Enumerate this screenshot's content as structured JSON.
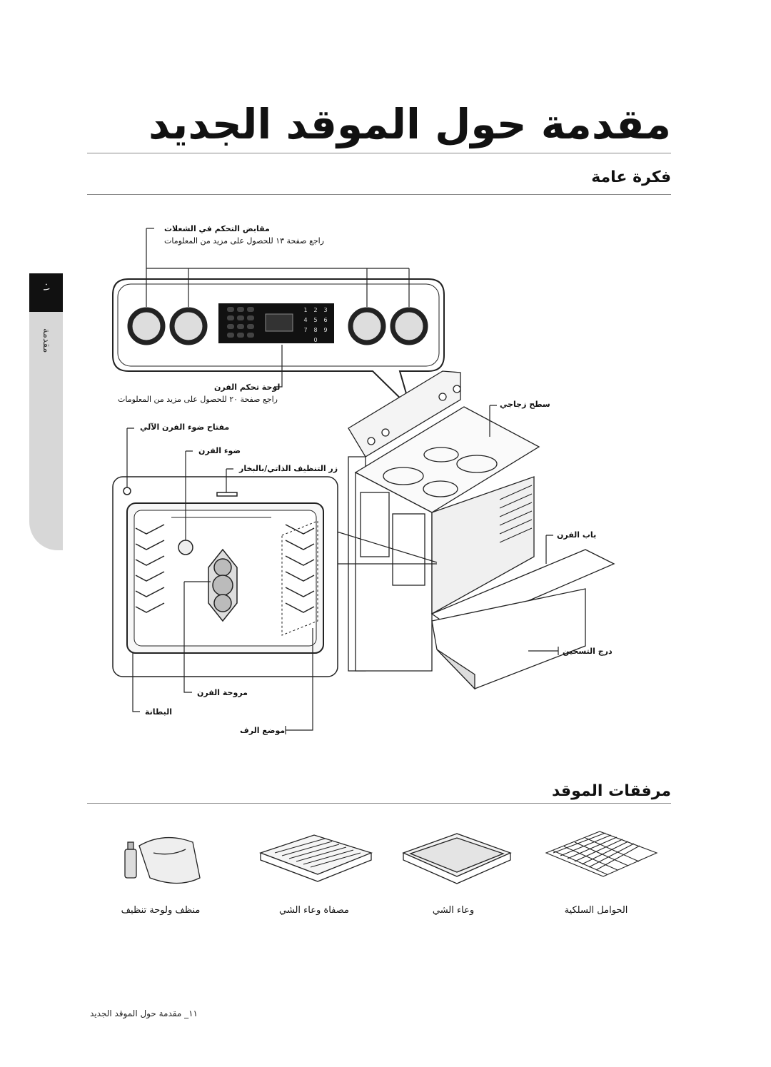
{
  "page": {
    "title": "مقدمة حول الموقد الجديد",
    "side_tab": {
      "number": "٠١",
      "label": "مقدمة"
    }
  },
  "overview": {
    "heading": "فكرة عامة",
    "callouts": {
      "knobs": "مقابض التحكم في الشعلات",
      "knobs_ref": "راجع صفحة ١٣ للحصول على مزيد من المعلومات",
      "panel": "لوحة تحكم الفرن",
      "panel_ref": "راجع صفحة ٢٠ للحصول على مزيد من المعلومات",
      "cooktop": "سطح زجاجي",
      "light_switch": "مفتاح ضوء الفرن الآلي",
      "oven_light": "ضوء الفرن",
      "self_clean_lock": "زر التنظيف الذاتي/بالبخار",
      "door": "باب الفرن",
      "drawer": "درج التسخين",
      "fan": "مروحة الفرن",
      "gasket": "البطانة",
      "rack_position": "موضع الرف"
    },
    "panel_keys": [
      "1",
      "2",
      "3",
      "4",
      "5",
      "6",
      "7",
      "8",
      "9",
      "0"
    ]
  },
  "accessories": {
    "heading": "مرفقات الموقد",
    "items": [
      {
        "label": "منظف ولوحة تنظيف",
        "icon": "cleaner-bottle-cloth-icon"
      },
      {
        "label": "مصفاة وعاء الشي",
        "icon": "broiler-insert-icon"
      },
      {
        "label": "وعاء الشي",
        "icon": "broiler-pan-icon"
      },
      {
        "label": "الحوامل السلكية",
        "icon": "wire-rack-icon"
      }
    ]
  },
  "footer": {
    "text": "١١_ مقدمة حول الموقد الجديد"
  }
}
